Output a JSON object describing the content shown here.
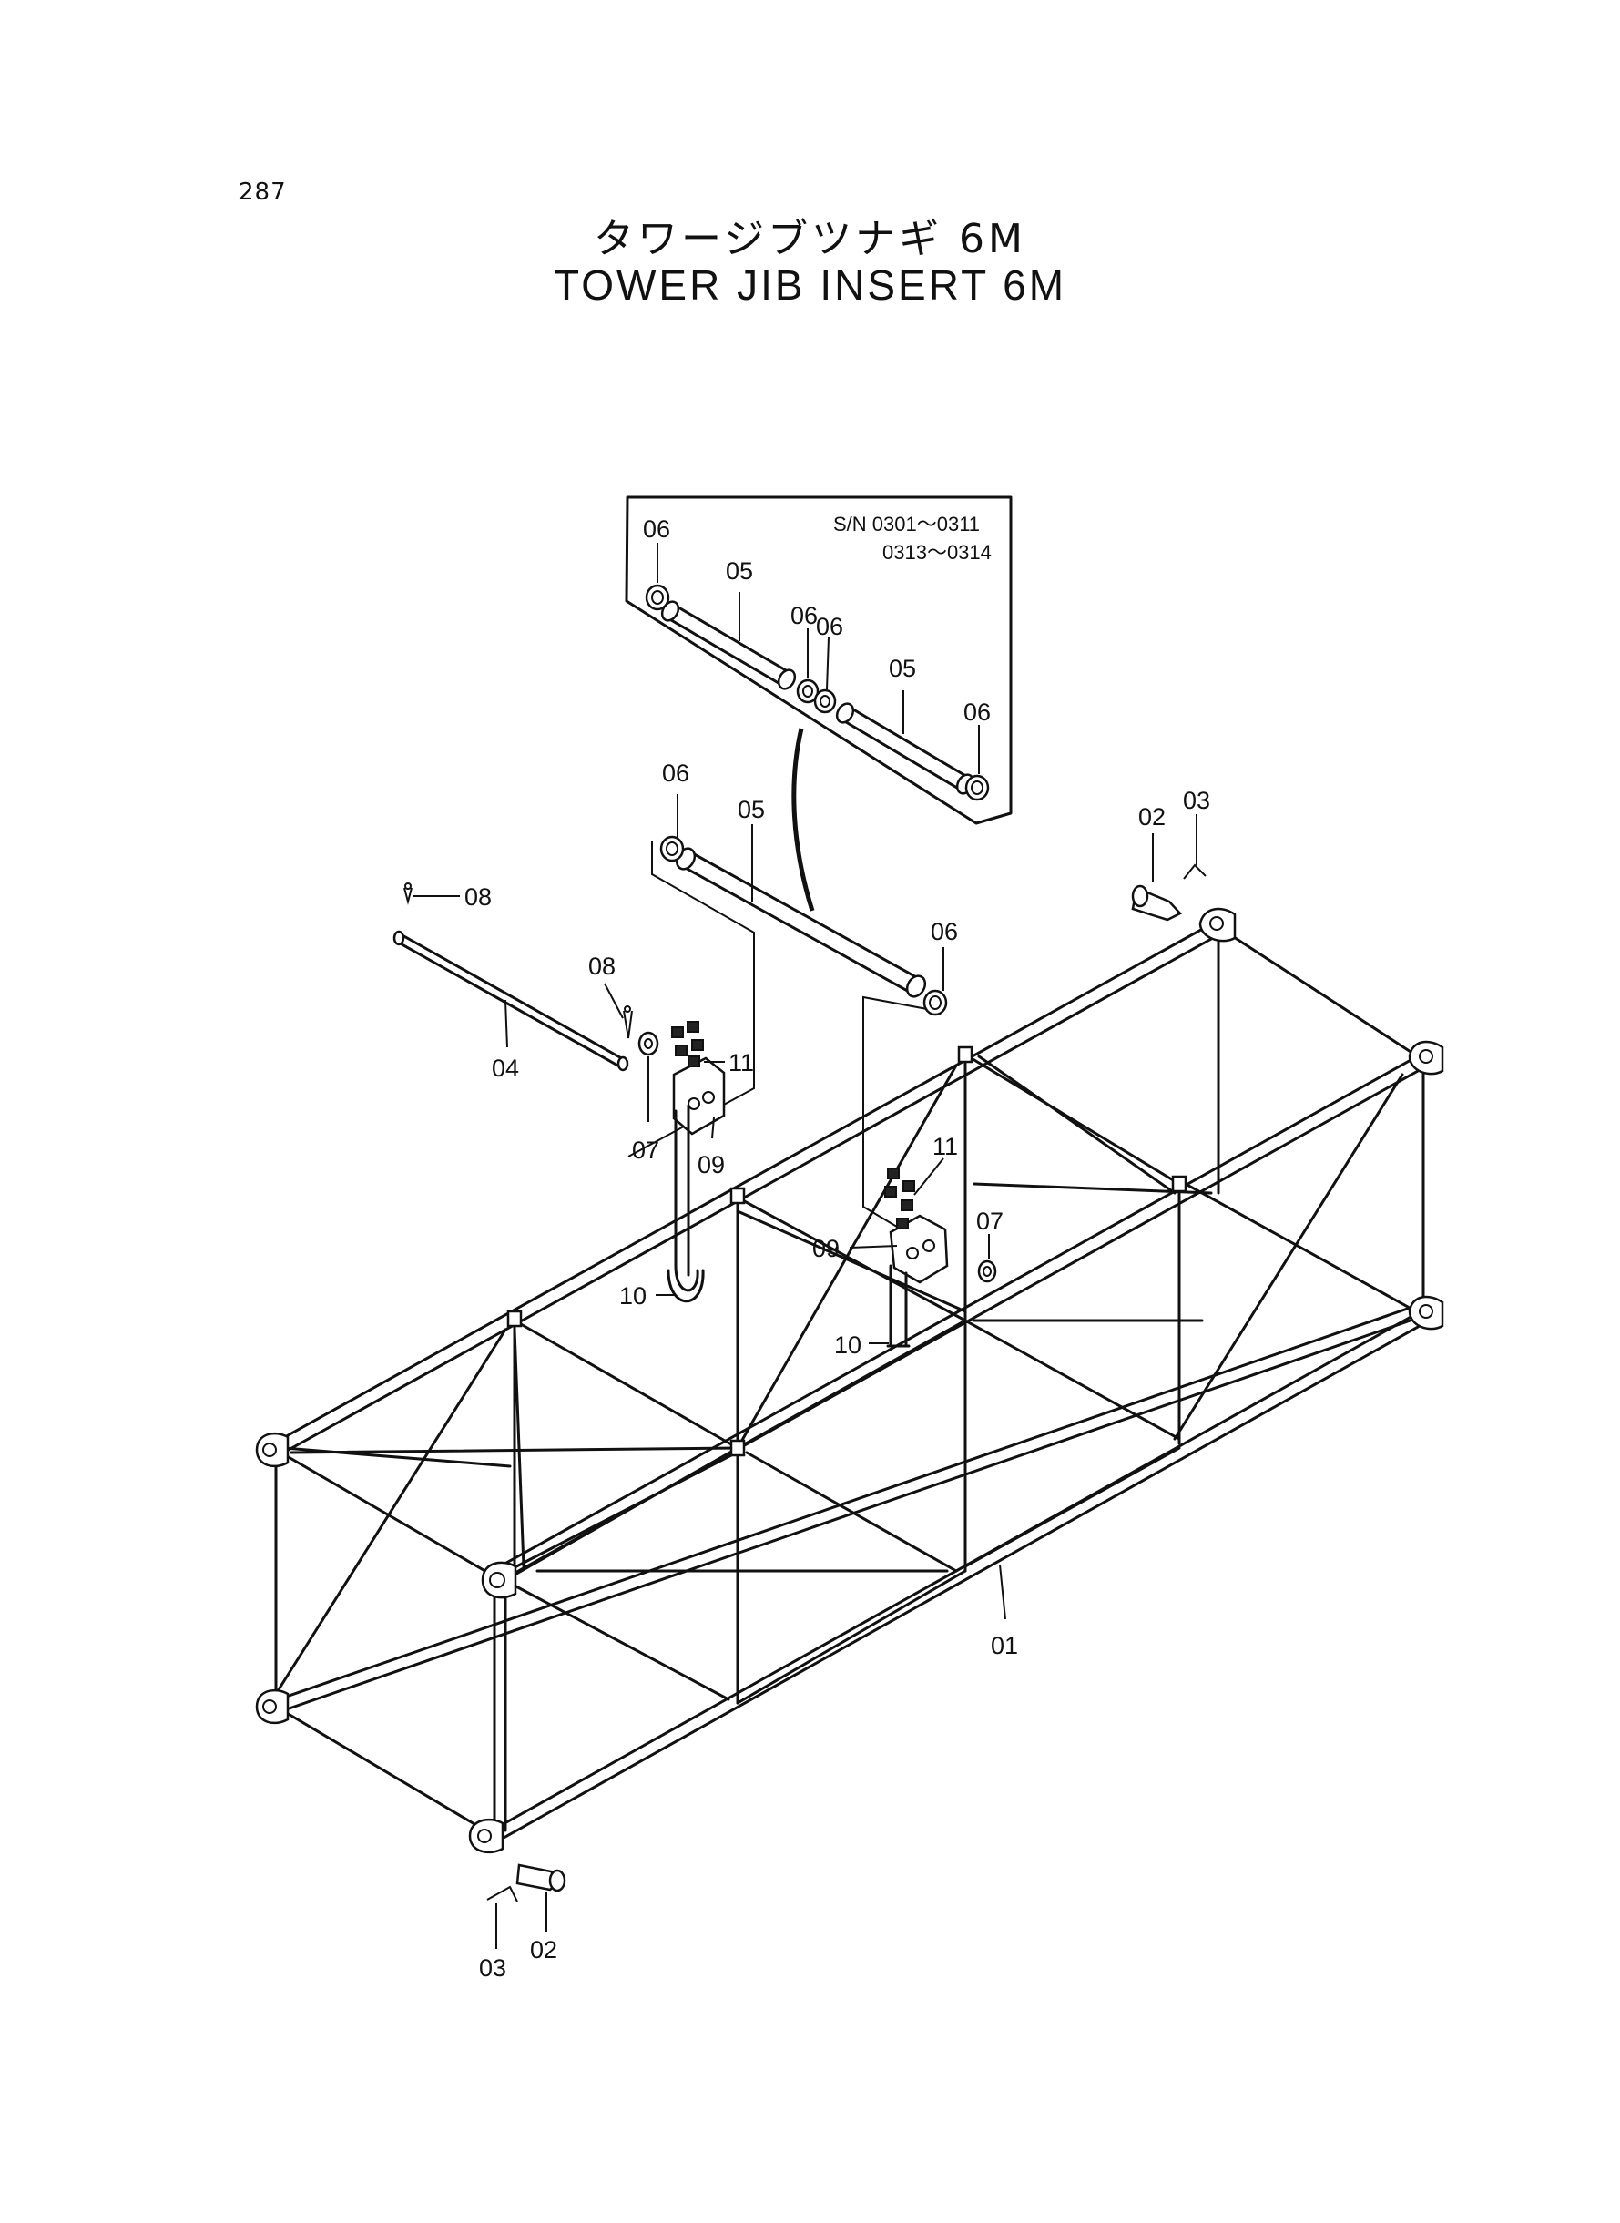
{
  "page_number": "287",
  "title_jp": "タワージブツナギ 6M",
  "title_en": "TOWER JIB INSERT 6M",
  "inset": {
    "serial_line_1": "S/N 0301～0311",
    "serial_line_2": "0313～0314"
  },
  "callouts": {
    "p01": "01",
    "p02": "02",
    "p03": "03",
    "p04": "04",
    "p05": "05",
    "p06": "06",
    "p07": "07",
    "p08": "08",
    "p09": "09",
    "p10": "10",
    "p11": "11"
  }
}
